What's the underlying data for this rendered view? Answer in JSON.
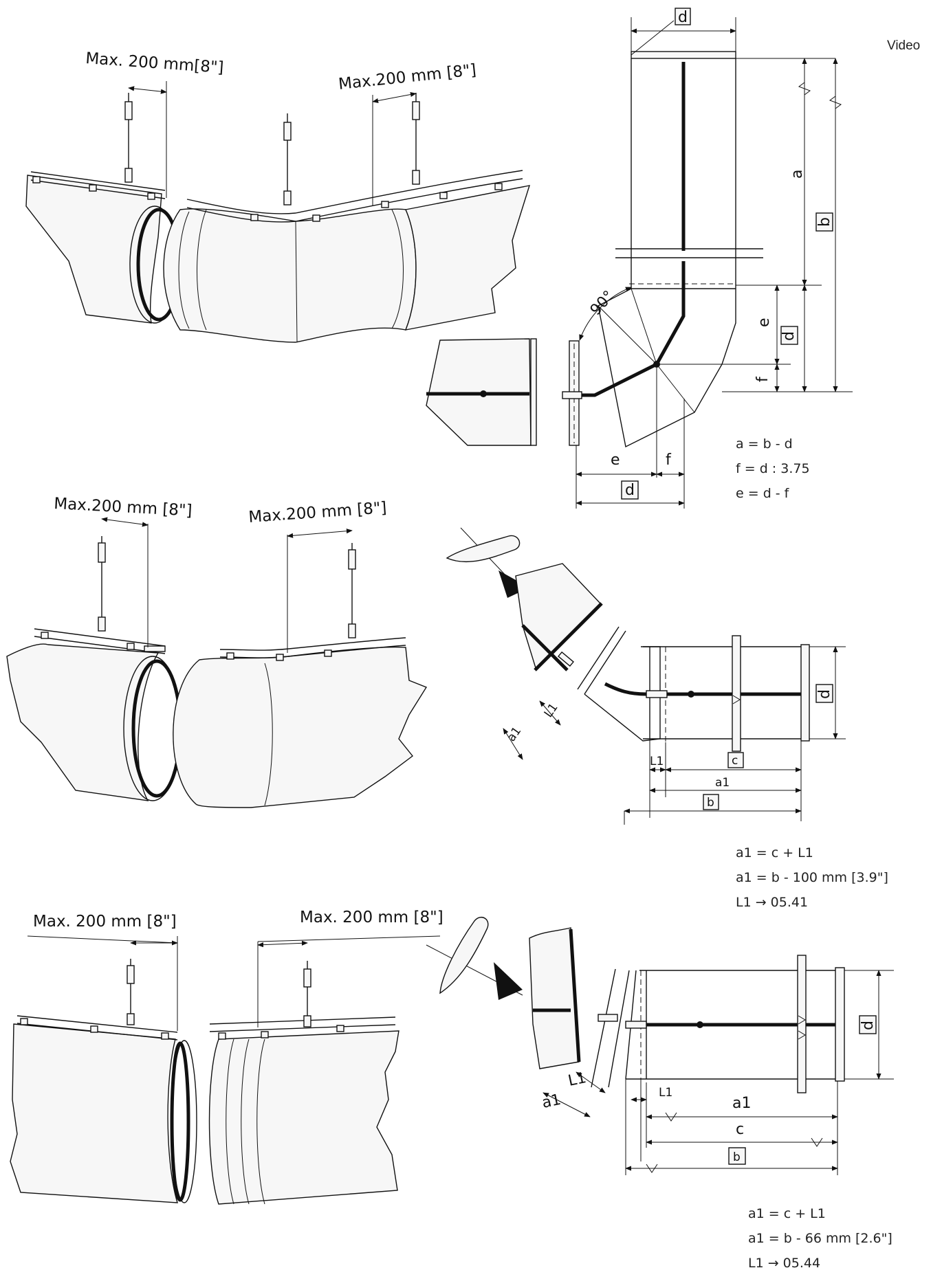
{
  "header": {
    "video_label": "Video"
  },
  "row1": {
    "dim_left": "Max. 200 mm[8\"]",
    "dim_right": "Max.200 mm [8\"]",
    "elbow": {
      "box_d_top": "d",
      "label_a": "a",
      "box_b": "b",
      "angle": "90°",
      "label_e": "e",
      "box_d_side": "d",
      "label_f": "f",
      "bottom_e": "e",
      "bottom_f": "f",
      "box_d_bottom": "d"
    },
    "formulas": [
      "a = b - d",
      "f = d : 3.75",
      "e = d - f"
    ]
  },
  "row2": {
    "dim_left": "Max.200 mm [8\"]",
    "dim_right": "Max.200 mm [8\"]",
    "detail": {
      "box_d": "d",
      "label_L1_diag": "L1",
      "label_a1_diag": "a1",
      "label_L1": "L1",
      "box_c": "c",
      "label_a1": "a1",
      "box_b": "b"
    },
    "formulas": [
      "a1 = c + L1",
      "a1 = b - 100 mm [3.9\"]",
      "L1 → 05.41"
    ]
  },
  "row3": {
    "dim_left": "Max. 200 mm [8\"]",
    "dim_right": "Max. 200 mm [8\"]",
    "detail": {
      "box_d": "d",
      "label_L1_diag": "L1",
      "label_a1_diag": "a1",
      "label_L1": "L1",
      "label_a1": "a1",
      "label_c": "c",
      "box_b": "b"
    },
    "formulas": [
      "a1 = c + L1",
      "a1 = b - 66 mm [2.6\"]",
      "L1 → 05.44"
    ]
  }
}
